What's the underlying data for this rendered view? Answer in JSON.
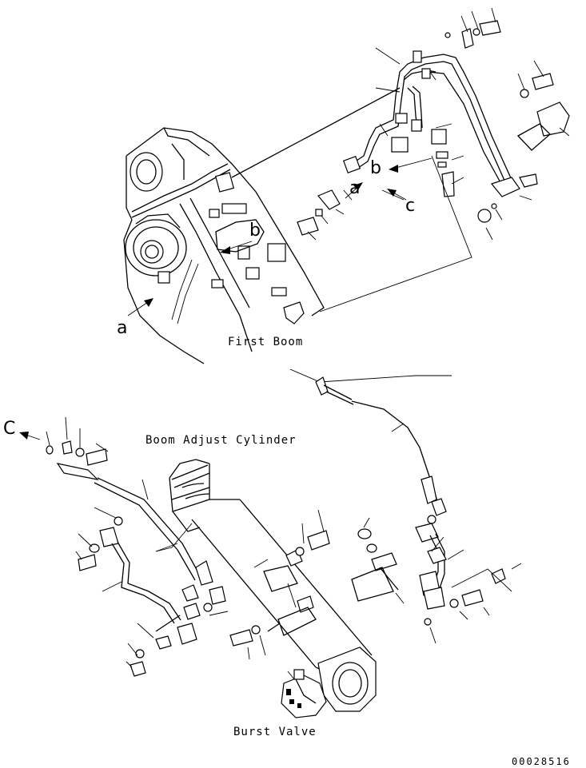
{
  "labels": {
    "first_boom": "First Boom",
    "boom_adjust_cylinder": "Boom Adjust Cylinder",
    "burst_valve": "Burst Valve",
    "part_code": "00028516"
  },
  "view_markers": {
    "a_boom_left": "a",
    "a_bracket": "a",
    "b_boom": "b",
    "b_pipe": "b",
    "c_pipe": "c",
    "c_lower": "C"
  }
}
